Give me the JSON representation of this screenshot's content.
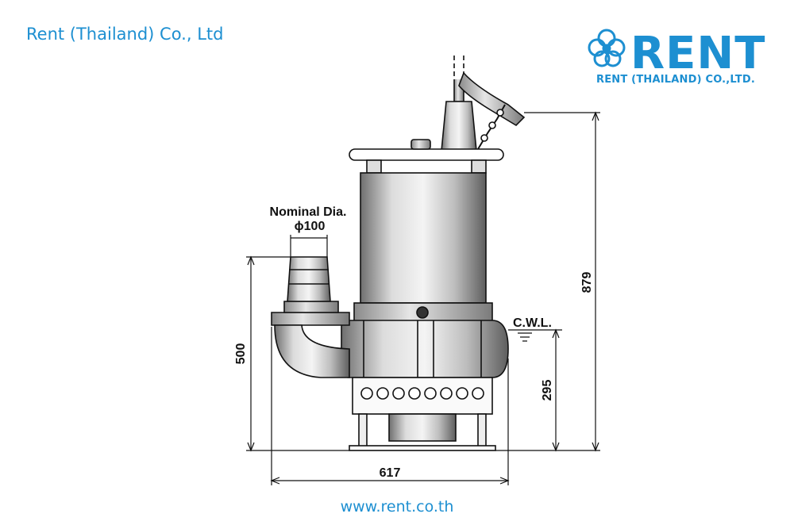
{
  "header": {
    "company_name": "Rent (Thailand) Co., Ltd"
  },
  "logo": {
    "wordmark": "RENT",
    "subtitle": "RENT (THAILAND) CO.,LTD.",
    "icon": "flower-logo-icon",
    "color": "#1d8fd1"
  },
  "drawing": {
    "nominal_label": "Nominal Dia.",
    "nominal_value": "ϕ100",
    "dim_height_total": "879",
    "dim_height_outlet": "500",
    "dim_cwl_height": "295",
    "dim_width": "617",
    "cwl_label": "C.W.L."
  },
  "footer": {
    "website": "www.rent.co.th"
  }
}
